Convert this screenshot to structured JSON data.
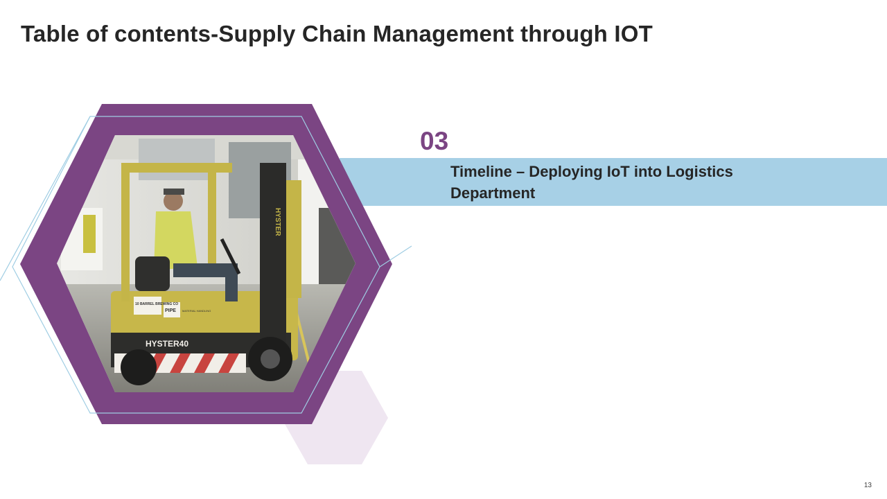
{
  "slide": {
    "title": "Table of contents-Supply Chain Management through IOT",
    "page_number": "13"
  },
  "section": {
    "number": "03",
    "title": "Timeline – Deploying IoT into Logistics Department"
  },
  "photo": {
    "subject": "forklift-driver-warehouse",
    "visible_text": [
      "HYSTER",
      "HYSTER40",
      "10 BARREL BREWING CO",
      "PIPE",
      "MATERIAL HANDLING"
    ]
  },
  "colors": {
    "accent_purple": "#7b4583",
    "band_blue": "#a7d0e6",
    "light_hex": "#efe6f1",
    "outline_blue": "#9fcde3",
    "title_text": "#262626"
  }
}
